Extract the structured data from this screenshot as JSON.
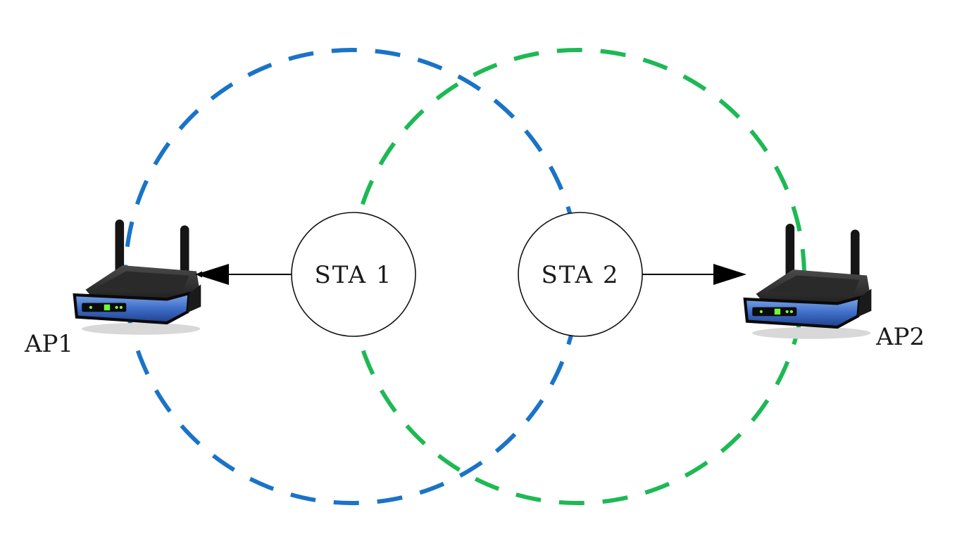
{
  "diagram": {
    "stations": [
      {
        "id": "sta1",
        "label": "STA 1"
      },
      {
        "id": "sta2",
        "label": "STA 2"
      }
    ],
    "access_points": [
      {
        "id": "ap1",
        "label": "AP1"
      },
      {
        "id": "ap2",
        "label": "AP2"
      }
    ],
    "coverage": [
      {
        "of": "ap1",
        "color": "#1a73c8"
      },
      {
        "of": "ap2",
        "color": "#1db954"
      }
    ],
    "connections": [
      {
        "from": "sta1",
        "to": "ap1"
      },
      {
        "from": "sta2",
        "to": "ap2"
      }
    ]
  }
}
